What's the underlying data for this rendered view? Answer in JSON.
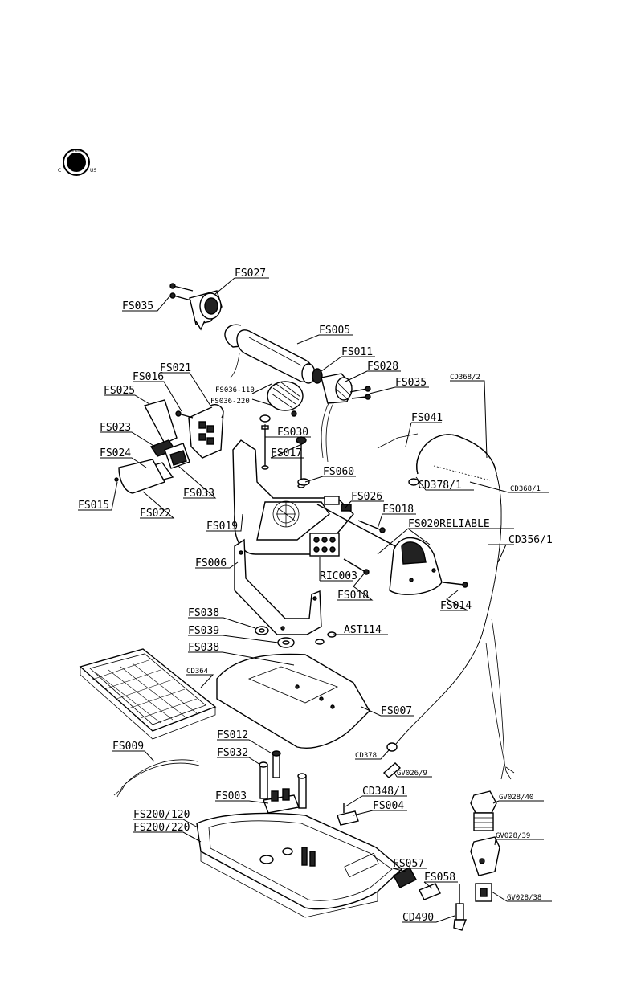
{
  "logo": {
    "main": "ETL",
    "left": "C",
    "right": "US",
    "arc": "INTERTEK"
  },
  "labels": [
    {
      "id": "FS027",
      "text": "FS027"
    },
    {
      "id": "FS035a",
      "text": "FS035"
    },
    {
      "id": "FS005",
      "text": "FS005"
    },
    {
      "id": "FS011",
      "text": "FS011"
    },
    {
      "id": "FS021",
      "text": "FS021"
    },
    {
      "id": "FS028",
      "text": "FS028"
    },
    {
      "id": "FS016",
      "text": "FS016"
    },
    {
      "id": "FS035b",
      "text": "FS035"
    },
    {
      "id": "CD368_2",
      "text": "CD368/2"
    },
    {
      "id": "FS036",
      "text": "FS036-110"
    },
    {
      "id": "FS036b",
      "text": "FS036-220"
    },
    {
      "id": "FS025",
      "text": "FS025"
    },
    {
      "id": "FS041",
      "text": "FS041"
    },
    {
      "id": "FS030",
      "text": "FS030"
    },
    {
      "id": "FS023",
      "text": "FS023"
    },
    {
      "id": "FS017",
      "text": "FS017"
    },
    {
      "id": "FS024",
      "text": "FS024"
    },
    {
      "id": "FS060",
      "text": "FS060"
    },
    {
      "id": "CD378_1",
      "text": "CD378/1"
    },
    {
      "id": "CD368_1",
      "text": "CD368/1"
    },
    {
      "id": "FS033",
      "text": "FS033"
    },
    {
      "id": "FS026",
      "text": "FS026"
    },
    {
      "id": "FS015",
      "text": "FS015"
    },
    {
      "id": "FS022",
      "text": "FS022"
    },
    {
      "id": "FS018a",
      "text": "FS018"
    },
    {
      "id": "FS019",
      "text": "FS019"
    },
    {
      "id": "FS020",
      "text": "FS020RELIABLE"
    },
    {
      "id": "CD356",
      "text": "CD356/1"
    },
    {
      "id": "FS006",
      "text": "FS006"
    },
    {
      "id": "RIC003",
      "text": "RIC003"
    },
    {
      "id": "FS018b",
      "text": "FS018"
    },
    {
      "id": "FS014",
      "text": "FS014"
    },
    {
      "id": "FS038a",
      "text": "FS038"
    },
    {
      "id": "FS039",
      "text": "FS039"
    },
    {
      "id": "AST114",
      "text": "AST114"
    },
    {
      "id": "FS038b",
      "text": "FS038"
    },
    {
      "id": "CD364",
      "text": "CD364"
    },
    {
      "id": "FS007",
      "text": "FS007"
    },
    {
      "id": "FS012",
      "text": "FS012"
    },
    {
      "id": "FS032",
      "text": "FS032"
    },
    {
      "id": "FS009",
      "text": "FS009"
    },
    {
      "id": "CD378",
      "text": "CD378"
    },
    {
      "id": "GV026_9",
      "text": "GV026/9"
    },
    {
      "id": "GV028_40",
      "text": "GV028/40"
    },
    {
      "id": "FS003",
      "text": "FS003"
    },
    {
      "id": "CD348_1",
      "text": "CD348/1"
    },
    {
      "id": "FS004",
      "text": "FS004"
    },
    {
      "id": "FS200_120",
      "text": "FS200/120"
    },
    {
      "id": "FS200_220",
      "text": "FS200/220"
    },
    {
      "id": "GV028_39",
      "text": "GV028/39"
    },
    {
      "id": "FS057",
      "text": "FS057"
    },
    {
      "id": "FS058",
      "text": "FS058"
    },
    {
      "id": "GV028_38",
      "text": "GV028/38"
    },
    {
      "id": "CD490",
      "text": "CD490"
    }
  ]
}
